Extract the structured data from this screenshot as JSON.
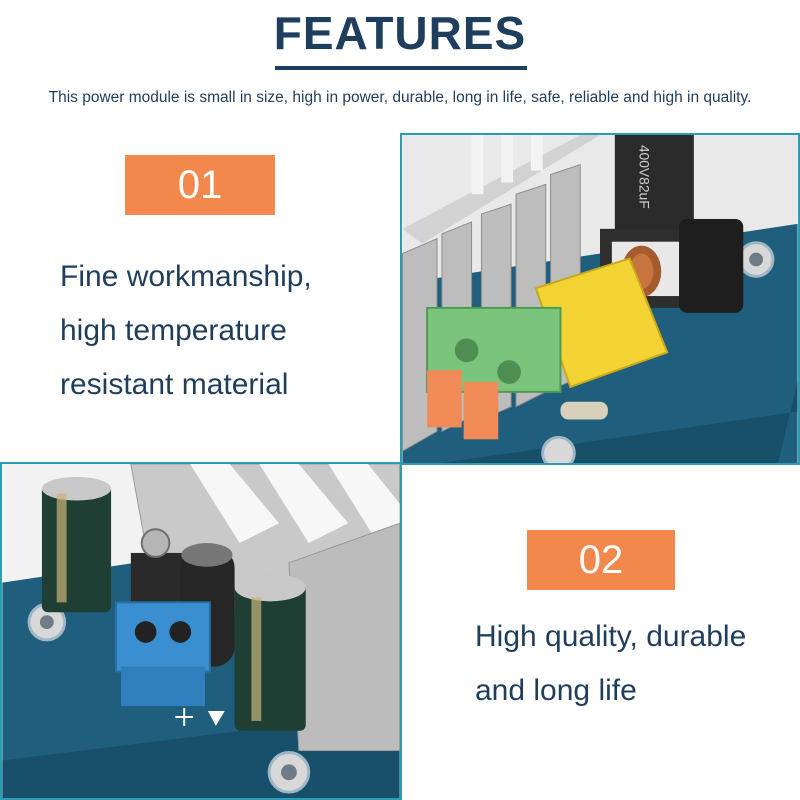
{
  "header": {
    "title": "FEATURES",
    "subtitle": "This power module is small in size, high in power, durable, long in life, safe, reliable and high in quality."
  },
  "features": [
    {
      "number": "01",
      "lines": [
        "Fine workmanship,",
        "high temperature",
        "resistant material"
      ]
    },
    {
      "number": "02",
      "lines": [
        "High quality, durable",
        "and long life"
      ]
    }
  ],
  "photo1": {
    "capacitor_label": "400V82uF"
  },
  "colors": {
    "accent": "#f2884b",
    "text": "#1f3d5c",
    "frame": "#2a9db5",
    "pcb": "#1f5f7d"
  }
}
